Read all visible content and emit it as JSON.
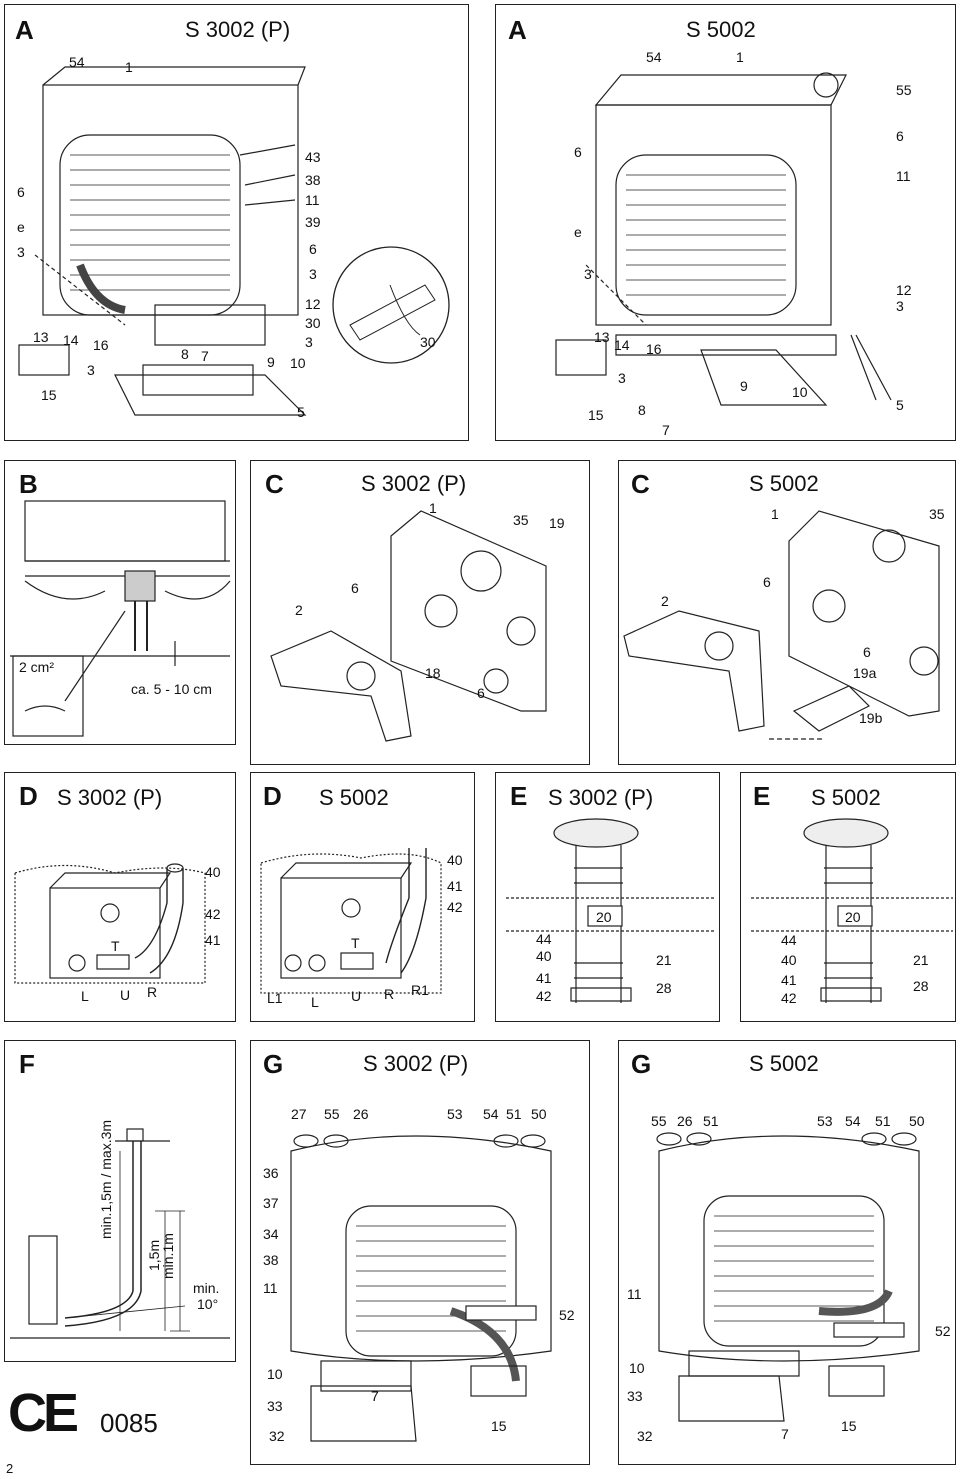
{
  "page_number": "2",
  "certification": {
    "mark": "CE",
    "number": "0085"
  },
  "panels": [
    {
      "id": "A-3002",
      "letter": "A",
      "title": "S 3002 (P)",
      "callouts": [
        "54",
        "1",
        "43",
        "38",
        "11",
        "39",
        "6",
        "3",
        "12",
        "30",
        "3",
        "10",
        "9",
        "6",
        "e",
        "3",
        "13",
        "14",
        "16",
        "3",
        "8",
        "7",
        "15",
        "5",
        "30"
      ]
    },
    {
      "id": "A-5002",
      "letter": "A",
      "title": "S 5002",
      "callouts": [
        "54",
        "1",
        "55",
        "6",
        "6",
        "11",
        "e",
        "12",
        "3",
        "3",
        "13",
        "14",
        "16",
        "3",
        "9",
        "10",
        "5",
        "15",
        "8",
        "7"
      ]
    },
    {
      "id": "B",
      "letter": "B",
      "title": "",
      "callouts": [
        "2 cm²",
        "ca. 5 - 10 cm"
      ]
    },
    {
      "id": "C-3002",
      "letter": "C",
      "title": "S 3002 (P)",
      "callouts": [
        "1",
        "35",
        "19",
        "6",
        "2",
        "18",
        "6"
      ]
    },
    {
      "id": "C-5002",
      "letter": "C",
      "title": "S 5002",
      "callouts": [
        "1",
        "35",
        "6",
        "2",
        "6",
        "19a",
        "19b"
      ]
    },
    {
      "id": "D-3002",
      "letter": "D",
      "title": "S 3002 (P)",
      "callouts": [
        "40",
        "42",
        "41",
        "T",
        "L",
        "U",
        "R"
      ]
    },
    {
      "id": "D-5002",
      "letter": "D",
      "title": "S 5002",
      "callouts": [
        "40",
        "41",
        "42",
        "T",
        "L1",
        "L",
        "U",
        "R",
        "R1"
      ]
    },
    {
      "id": "E-3002",
      "letter": "E",
      "title": "S 3002 (P)",
      "callouts": [
        "20",
        "44",
        "40",
        "41",
        "42",
        "21",
        "28"
      ]
    },
    {
      "id": "E-5002",
      "letter": "E",
      "title": "S 5002",
      "callouts": [
        "20",
        "44",
        "40",
        "41",
        "42",
        "21",
        "28"
      ]
    },
    {
      "id": "F",
      "letter": "F",
      "title": "",
      "callouts": [
        "min.1,5m / max.3m",
        "1,5m",
        "min.1m",
        "min.",
        "10°"
      ]
    },
    {
      "id": "G-3002",
      "letter": "G",
      "title": "S 3002 (P)",
      "callouts": [
        "27",
        "55",
        "26",
        "53",
        "54",
        "51",
        "50",
        "36",
        "37",
        "34",
        "38",
        "11",
        "52",
        "10",
        "7",
        "33",
        "32",
        "15"
      ]
    },
    {
      "id": "G-5002",
      "letter": "G",
      "title": "S 5002",
      "callouts": [
        "55",
        "26",
        "51",
        "53",
        "54",
        "51",
        "50",
        "11",
        "52",
        "10",
        "33",
        "32",
        "7",
        "15"
      ]
    }
  ]
}
